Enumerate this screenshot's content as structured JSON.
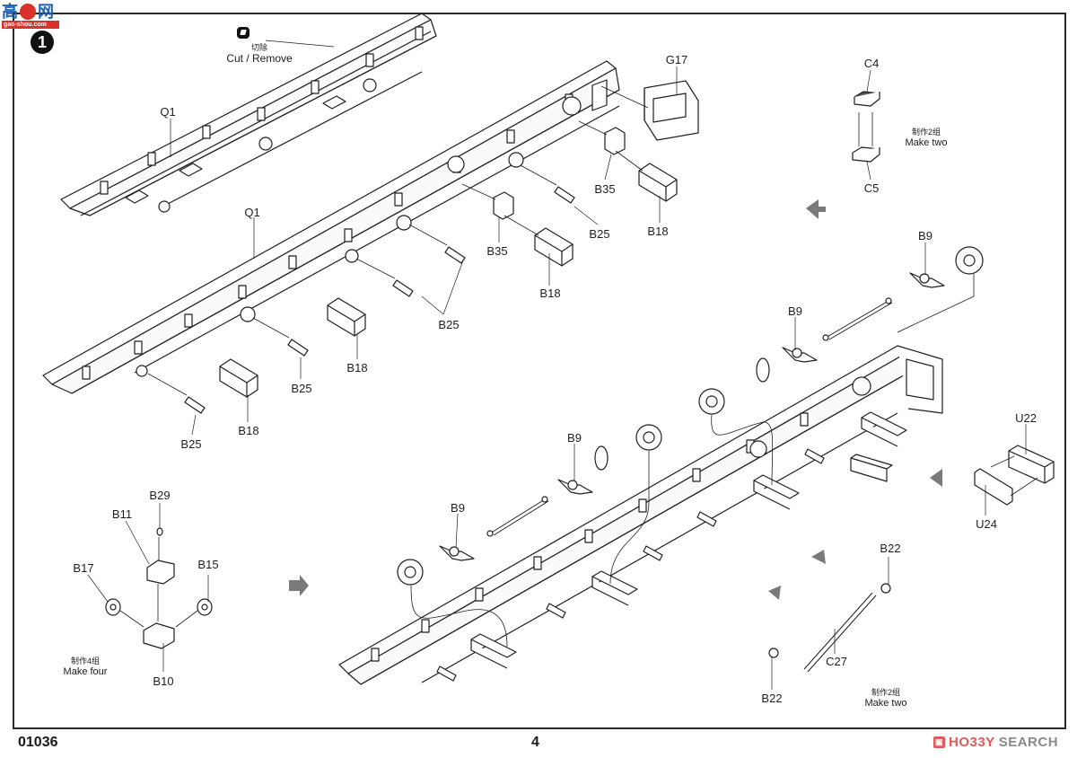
{
  "document": {
    "watermark": {
      "chars": [
        "高",
        "网"
      ],
      "site": "gao-shou.com"
    },
    "step_number": "1",
    "cut_note": {
      "icon": "cut-remove-icon",
      "zh": "切除",
      "en": "Cut / Remove"
    },
    "part_labels": {
      "q1_upper": "Q1",
      "q1_lower": "Q1",
      "g17": "G17",
      "c4": "C4",
      "c5": "C5",
      "b35_right": "B35",
      "b35_left": "B35",
      "b25_a": "B25",
      "b25_b": "B25",
      "b25_c": "B25",
      "b25_d": "B25",
      "b18_a": "B18",
      "b18_b": "B18",
      "b18_c": "B18",
      "b18_d": "B18",
      "b9_a": "B9",
      "b9_b": "B9",
      "b9_c": "B9",
      "b9_d": "B9",
      "u22": "U22",
      "u24": "U24",
      "b29": "B29",
      "b11": "B11",
      "b17": "B17",
      "b15": "B15",
      "b10": "B10",
      "b22_top": "B22",
      "b22_bottom": "B22",
      "c27": "C27"
    },
    "notes": {
      "c4_c5": {
        "zh": "制作2组",
        "en": "Make two"
      },
      "b10_group": {
        "zh": "制作4组",
        "en": "Make four"
      },
      "c27_group": {
        "zh": "制作2组",
        "en": "Make two"
      }
    },
    "footer": {
      "product_code": "01036",
      "page_number": "4",
      "brand_icon": "hobby-search-logo-icon",
      "brand_part1": "HO33Y",
      "brand_part2": "SEARCH"
    },
    "colors": {
      "line": "#1f1f1f",
      "watermark_blue": "#1e5fb8",
      "watermark_red": "#d8322a",
      "brand_red": "#e05a5a",
      "brand_gray": "#8a8a8a",
      "hatch_gray": "#7a7a7a"
    }
  }
}
